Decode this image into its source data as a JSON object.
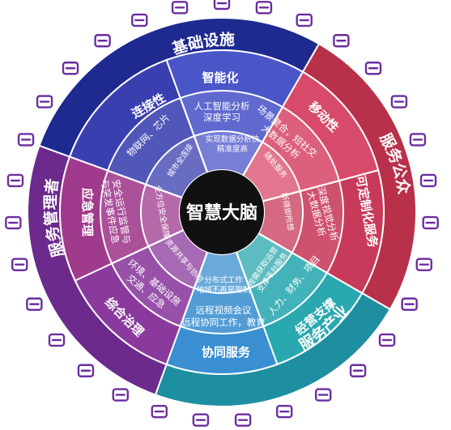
{
  "center": {
    "title": "智慧大脑"
  },
  "outer_labels": {
    "infrastructure": "基础设施",
    "public_service": "服务公众",
    "management": "服务管理者",
    "industry": "服务产业"
  },
  "middle_labels": {
    "connectivity": "连接性",
    "intelligence": "智能化",
    "mobility": "移动性",
    "customized": "可定制化服务",
    "business_support": "经营支撑",
    "collaboration": "协同服务",
    "governance": "综合治理",
    "emergency": "应急管理"
  },
  "inner_labels": {
    "connectivity": [
      "物联网、芯片"
    ],
    "intelligence": [
      "人工智能分析",
      "深度学习"
    ],
    "mobility": [
      "场景聚合，短社交",
      "大数据分析"
    ],
    "customized": [
      "深度视觉分析",
      "大数据分析"
    ],
    "business_support": [
      "人力、财务、项目"
    ],
    "collaboration": [
      "远程视频会议",
      "远程协同工作，教育"
    ],
    "governance": [
      "环境、基础设施",
      "交通、应急"
    ],
    "emergency": [
      "安全运行监管与",
      "与突发事件应急"
    ]
  },
  "innermost_labels": {
    "connectivity": "城市全连接",
    "intelligence": [
      "实现数据分析快",
      "精准度高"
    ],
    "mobility": "随处服务",
    "customized": "所得即所想",
    "business_support": [
      "按需获取运营",
      "支撑平台服务"
    ],
    "collaboration": [
      "分布式工作",
      "地域不再是限制"
    ],
    "governance": "资源共享与协同",
    "emergency": "全方位安全保障"
  },
  "colors": {
    "infrastructure_outer": "#1e2a8f",
    "public_outer": "#b8304a",
    "management_outer": "#6b2a8c",
    "industry_outer": "#1e8fa0",
    "connectivity": "#3a3fb0",
    "intelligence": "#4a55c8",
    "mobility": "#d84a6a",
    "customized": "#c83a5a",
    "business_support": "#2aa8b0",
    "collaboration": "#3a8fd0",
    "governance": "#8a3a9c",
    "emergency": "#a03a8c",
    "center": "#111111",
    "icon_color": "#6a2ea0"
  },
  "outer_icons": [
    "robot-icon",
    "bus-icon",
    "network-icon",
    "briefcase-icon",
    "laptop-icon",
    "tablet-icon",
    "pie-chart-icon",
    "diamond-icon",
    "bar-chart-icon",
    "pencil-icon",
    "line-chart-icon",
    "team-icon",
    "document-icon",
    "computer-icon",
    "yen-icon",
    "exchange-icon",
    "monitor-icon",
    "book-icon",
    "folder-icon",
    "buildings-icon",
    "mountain-icon",
    "traffic-light-icon",
    "siren-icon",
    "car-icon",
    "share-icon",
    "bicycle-icon",
    "house-icon",
    "parking-icon",
    "chip-icon",
    "molecule-icon",
    "atom-icon"
  ]
}
